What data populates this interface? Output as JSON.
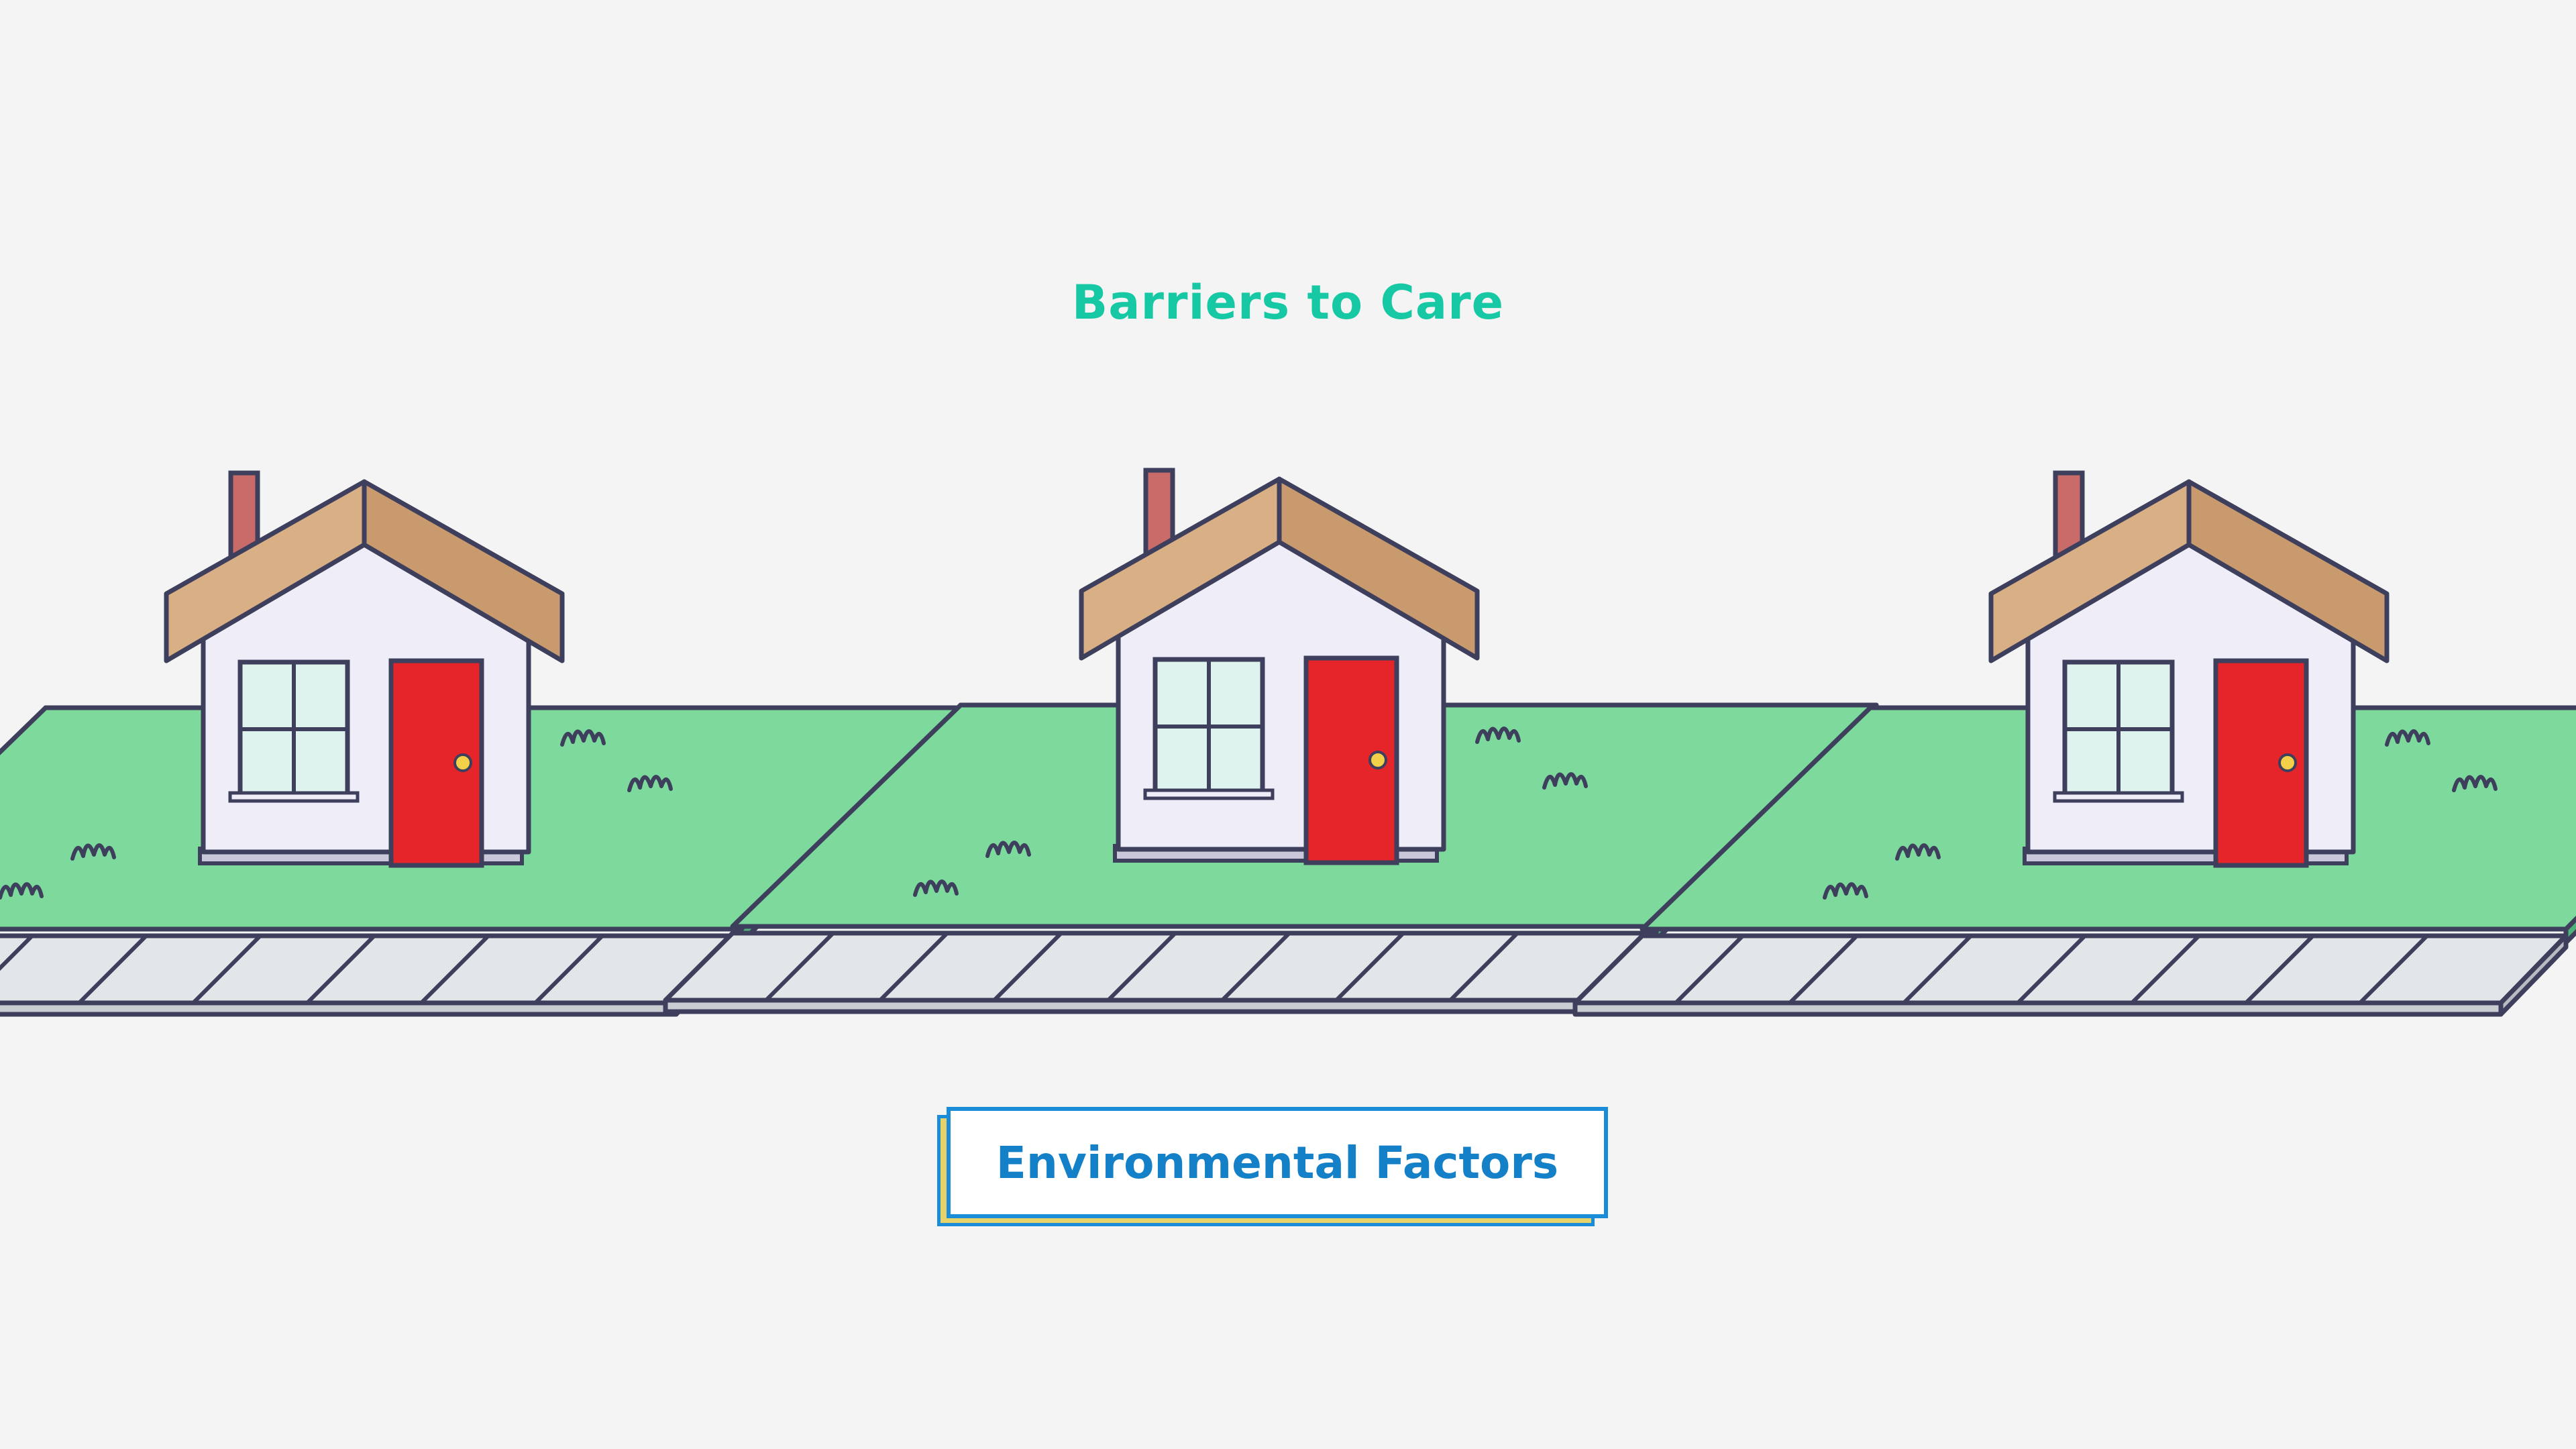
{
  "heading": "Barriers to Care",
  "tag": "Environmental Factors",
  "colors": {
    "title": "#16c8a4",
    "grass": "#7dd99c",
    "roof": "#d8ad82",
    "wall": "#f0eef8",
    "door": "#e5252a",
    "chimney": "#c96b68",
    "outline": "#3d3f5c",
    "sidewalk": "#e3e6e8",
    "label_border": "#1a8cd8",
    "label_shadow": "#e8d36a"
  },
  "houses": [
    {
      "name": "house-1"
    },
    {
      "name": "house-2"
    },
    {
      "name": "house-3"
    }
  ]
}
